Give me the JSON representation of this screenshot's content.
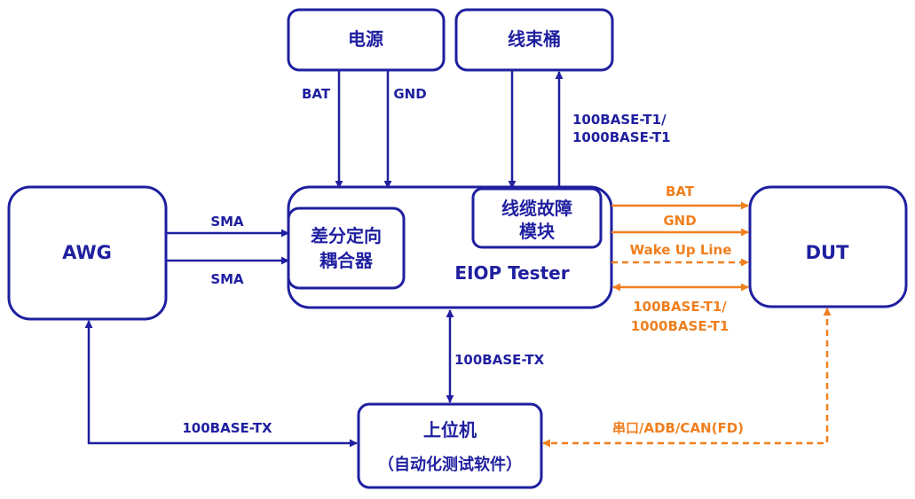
{
  "title": "",
  "boxes": {
    "power": "电源",
    "harness": "线束桶",
    "awg": "AWG",
    "eiop": "EIOP Tester",
    "coupler_line1": "差分定向",
    "coupler_line2": "耦合器",
    "cable_fault_line1": "线缆故障",
    "cable_fault_line2": "模块",
    "dut": "DUT",
    "host_line1": "上位机",
    "host_line2": "（自动化测试软件）"
  },
  "links": {
    "bat": "BAT",
    "gnd": "GND",
    "t1_line1": "100BASE-T1/",
    "t1_line2": "1000BASE-T1",
    "sma_top": "SMA",
    "sma_bottom": "SMA",
    "dut_bat": "BAT",
    "dut_gnd": "GND",
    "dut_wake": "Wake Up Line",
    "dut_t1_line1": "100BASE-T1/",
    "dut_t1_line2": "1000BASE-T1",
    "eiop_host": "100BASE-TX",
    "awg_host": "100BASE-TX",
    "serial": "串口/ADB/CAN(FD)"
  },
  "colors": {
    "blue": "#1f1fa0",
    "orange": "#f07f1e"
  }
}
